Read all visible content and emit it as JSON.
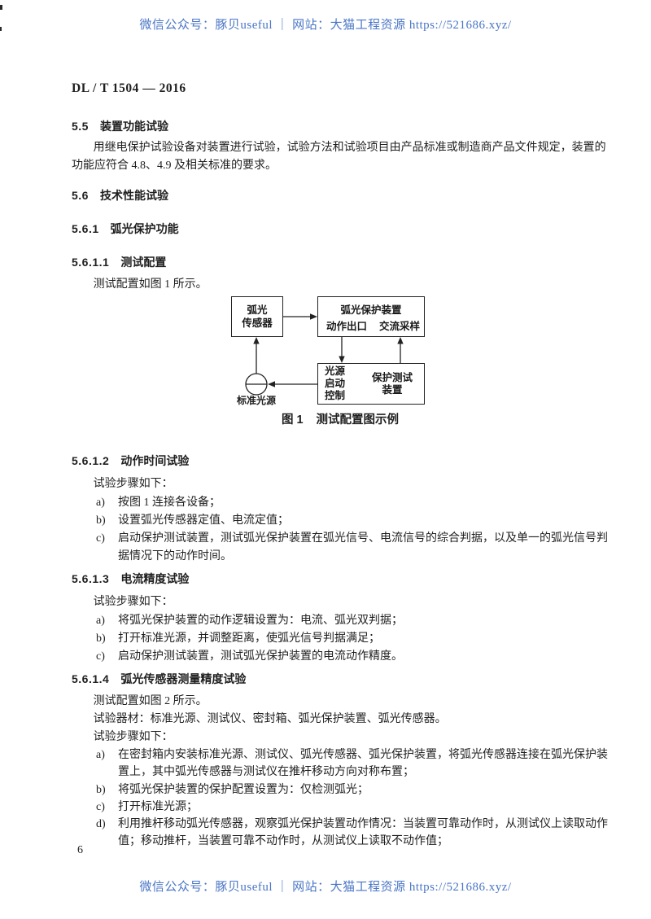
{
  "watermark": {
    "text": "微信公众号：豚贝useful ｜ 网站：大猫工程资源 https://521686.xyz/",
    "color": "#4a76c6"
  },
  "page": {
    "doc_number": "DL / T 1504 — 2016",
    "number": "6"
  },
  "sections": {
    "s55": {
      "number": "5.5",
      "title": "装置功能试验",
      "paragraph": "用继电保护试验设备对装置进行试验，试验方法和试验项目由产品标准或制造商产品文件规定，装置的功能应符合 4.8、4.9 及相关标准的要求。"
    },
    "s56": {
      "number": "5.6",
      "title": "技术性能试验"
    },
    "s561": {
      "number": "5.6.1",
      "title": "弧光保护功能"
    },
    "s5611": {
      "number": "5.6.1.1",
      "title": "测试配置",
      "paragraph": "测试配置如图 1 所示。"
    },
    "s5612": {
      "number": "5.6.1.2",
      "title": "动作时间试验",
      "intro": "试验步骤如下：",
      "items": [
        {
          "label": "a)",
          "text": "按图 1 连接各设备；"
        },
        {
          "label": "b)",
          "text": "设置弧光传感器定值、电流定值；"
        },
        {
          "label": "c)",
          "text": "启动保护测试装置，测试弧光保护装置在弧光信号、电流信号的综合判据，以及单一的弧光信号判据情况下的动作时间。"
        }
      ]
    },
    "s5613": {
      "number": "5.6.1.3",
      "title": "电流精度试验",
      "intro": "试验步骤如下：",
      "items": [
        {
          "label": "a)",
          "text": "将弧光保护装置的动作逻辑设置为：电流、弧光双判据；"
        },
        {
          "label": "b)",
          "text": "打开标准光源，并调整距离，使弧光信号判据满足；"
        },
        {
          "label": "c)",
          "text": "启动保护测试装置，测试弧光保护装置的电流动作精度。"
        }
      ]
    },
    "s5614": {
      "number": "5.6.1.4",
      "title": "弧光传感器测量精度试验",
      "paragraph1": "测试配置如图 2 所示。",
      "paragraph2": "试验器材：标准光源、测试仪、密封箱、弧光保护装置、弧光传感器。",
      "intro": "试验步骤如下：",
      "items": [
        {
          "label": "a)",
          "text": "在密封箱内安装标准光源、测试仪、弧光传感器、弧光保护装置，将弧光传感器连接在弧光保护装置上，其中弧光传感器与测试仪在推杆移动方向对称布置；"
        },
        {
          "label": "b)",
          "text": "将弧光保护装置的保护配置设置为：仅检测弧光；"
        },
        {
          "label": "c)",
          "text": "打开标准光源；"
        },
        {
          "label": "d)",
          "text": "利用推杆移动弧光传感器，观察弧光保护装置动作情况：当装置可靠动作时，从测试仪上读取动作值；移动推杆，当装置可靠不动作时，从测试仪上读取不动作值；"
        }
      ]
    }
  },
  "figure1": {
    "caption_number": "图 1",
    "caption_text": "测试配置图示例",
    "sensor_line1": "弧光",
    "sensor_line2": "传感器",
    "protection_title": "弧光保护装置",
    "protection_output": "动作出口",
    "protection_ac": "交流采样",
    "ctrl_line1": "光源",
    "ctrl_line2": "启动",
    "ctrl_line3": "控制",
    "tester_line1": "保护测试",
    "tester_line2": "装置",
    "light_source_label": "标准光源"
  }
}
